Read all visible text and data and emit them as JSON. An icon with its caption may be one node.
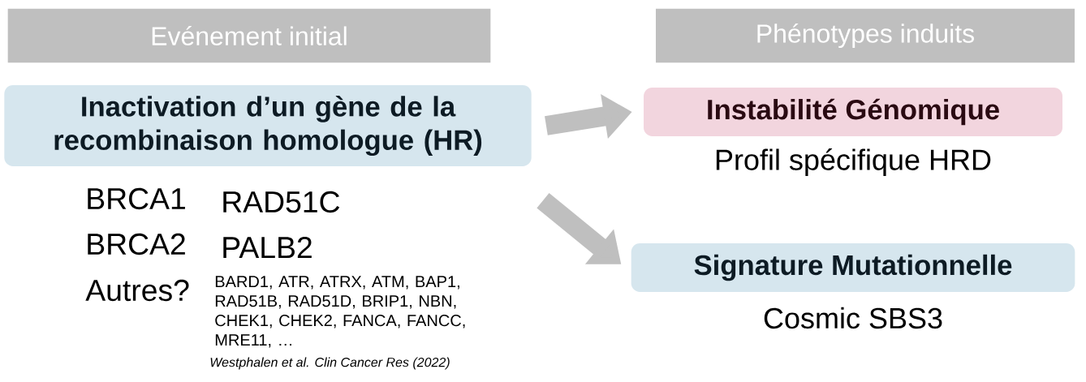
{
  "diagram": {
    "nodes": [
      {
        "text": [
          "Evénement initial"
        ]
      },
      {
        "text": [
          "Phénotypes induits"
        ]
      },
      {
        "text": [
          "Inactivation d’un gène de la recombinaison homologue (HR)"
        ]
      },
      {
        "text": [
          "Instabilité Génomique"
        ],
        "beside": [
          "Profil spécifique HRD"
        ]
      },
      {
        "text": [
          "Signature Mutationnelle"
        ],
        "beside": [
          "Cosmic SBS3"
        ]
      }
    ],
    "edges": [
      {
        "from": 2,
        "to": 3,
        "arrow": "to"
      },
      {
        "from": 2,
        "to": 4,
        "arrow": "to"
      }
    ],
    "labels": [
      "BRCA1",
      "RAD51C",
      "BRCA2",
      "PALB2",
      "Autres?",
      "BARD1, ATR, ATRX, ATM, BAP1, RAD51B, RAD51D, BRIP1, NBN, CHEK1, CHEK2, FANCA, FANCC, MRE11, …",
      "Westphalen et al. Clin Cancer Res (2022)"
    ]
  }
}
